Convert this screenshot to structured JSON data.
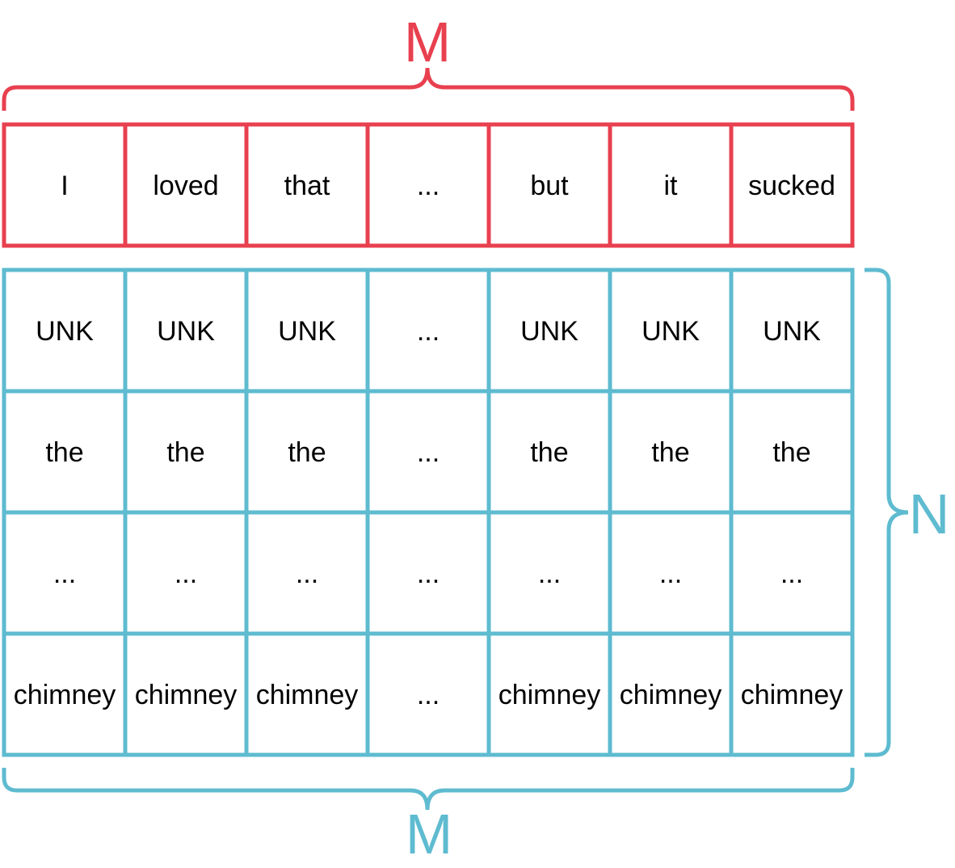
{
  "colors": {
    "top": "#e8404f",
    "grid": "#5ebbd0",
    "text": "#000000",
    "background": "#ffffff"
  },
  "top_label": "M",
  "side_label": "N",
  "bottom_label": "M",
  "sentence": [
    "I",
    "loved",
    "that",
    "...",
    "but",
    "it",
    "sucked"
  ],
  "vocab_rows": [
    [
      "UNK",
      "UNK",
      "UNK",
      "...",
      "UNK",
      "UNK",
      "UNK"
    ],
    [
      "the",
      "the",
      "the",
      "...",
      "the",
      "the",
      "the"
    ],
    [
      "...",
      "...",
      "...",
      "...",
      "...",
      "...",
      "..."
    ],
    [
      "chimney",
      "chimney",
      "chimney",
      "...",
      "chimney",
      "chimney",
      "chimney"
    ]
  ]
}
